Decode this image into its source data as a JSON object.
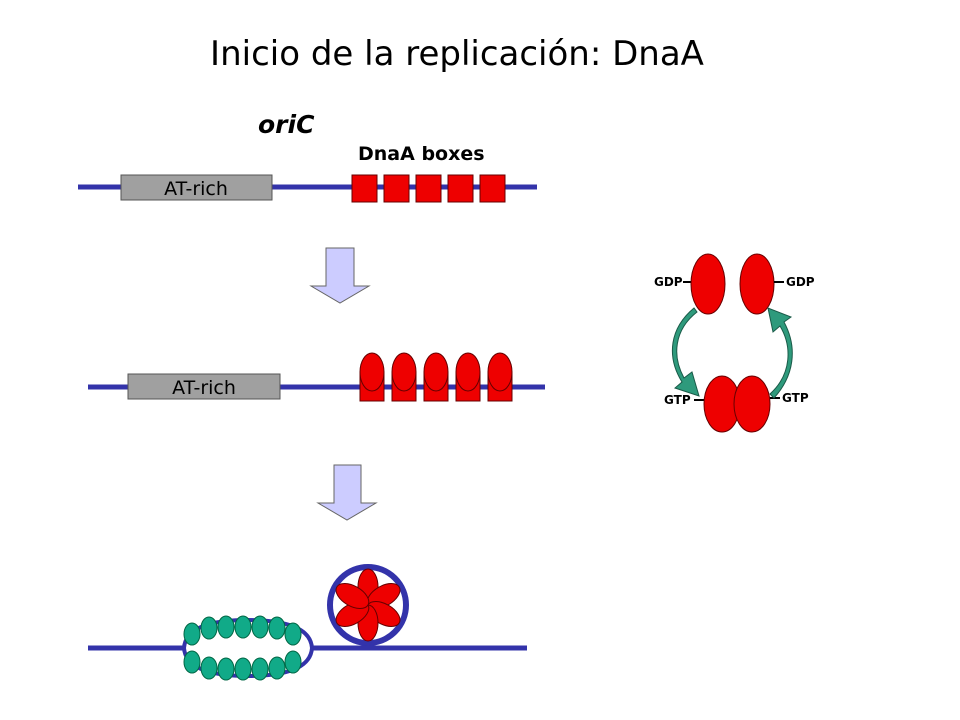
{
  "title": "Inicio de la replicación: DnaA",
  "origin_label": "oriC",
  "boxes_label": "DnaA boxes",
  "at_rich_label": "AT-rich",
  "nucleotides": {
    "gdp_left": "GDP",
    "gdp_right": "GDP",
    "gtp_left": "GTP",
    "gtp_right": "GTP"
  },
  "colors": {
    "dna": "#3333aa",
    "dnaa_protein": "#ee0000",
    "at_rich_box": "#a0a0a0",
    "arrow_fill": "#ccccff",
    "helicase": "#11aa88",
    "cycle_arrow": "#2e9a7c"
  }
}
